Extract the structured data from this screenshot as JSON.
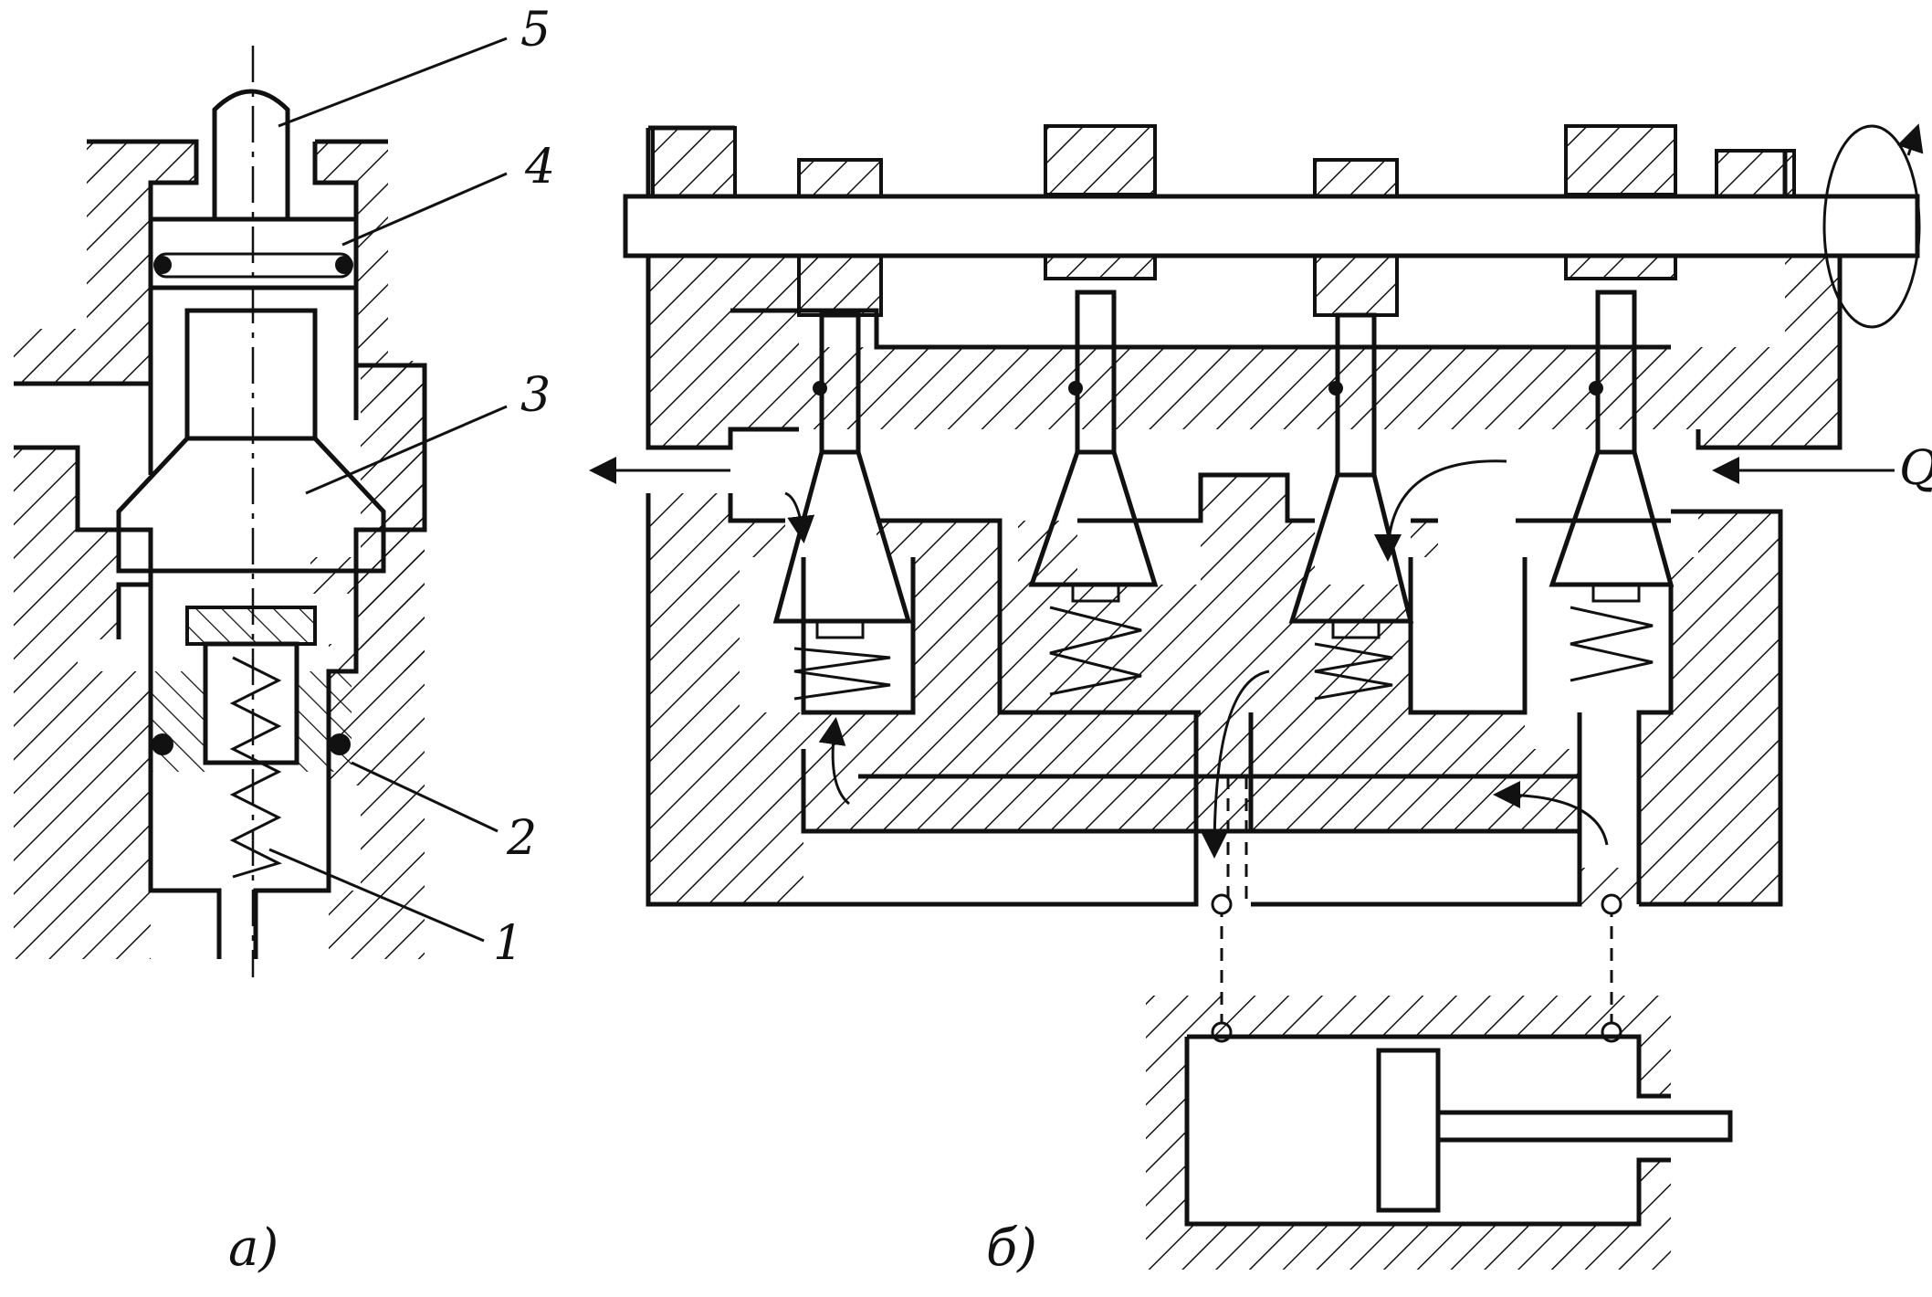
{
  "figure": {
    "part_a": {
      "caption": "a)",
      "callouts": [
        "5",
        "4",
        "3",
        "2",
        "1"
      ]
    },
    "part_b": {
      "caption": "б)",
      "flow_label": "Q"
    }
  },
  "colors": {
    "ink": "#111111",
    "paper": "#ffffff"
  }
}
